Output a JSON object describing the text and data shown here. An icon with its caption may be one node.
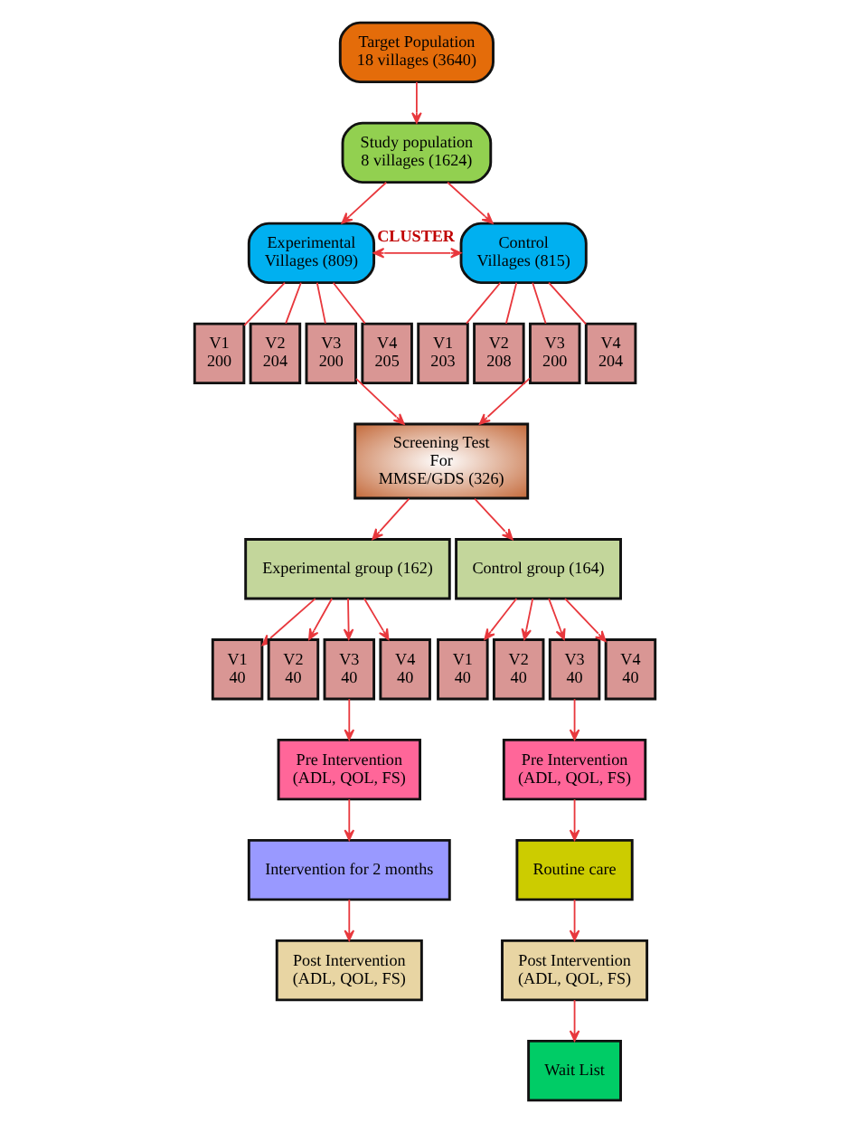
{
  "diagram": {
    "nodes": [
      {
        "text": [
          "Target Population",
          "18 villages (3640)"
        ]
      },
      {
        "text": [
          "Study population",
          "8 villages (1624)"
        ]
      },
      {
        "text": [
          "Experimental Villages (809)"
        ]
      },
      {
        "text": [
          "Control Villages (815)"
        ]
      },
      {
        "text": [
          "V1",
          "200"
        ]
      },
      {
        "text": [
          "V2",
          "204"
        ]
      },
      {
        "text": [
          "V3",
          "200"
        ]
      },
      {
        "text": [
          "V4",
          "205"
        ]
      },
      {
        "text": [
          "V1",
          "203"
        ]
      },
      {
        "text": [
          "V2",
          "208"
        ]
      },
      {
        "text": [
          "V3",
          "200"
        ]
      },
      {
        "text": [
          "V4",
          "204"
        ]
      },
      {
        "text": [
          "Screening Test For MMSE/GDS (326)"
        ]
      },
      {
        "text": [
          "Experimental group (162)"
        ]
      },
      {
        "text": [
          "Control group (164)"
        ]
      },
      {
        "text": [
          "V1",
          "40"
        ]
      },
      {
        "text": [
          "V2",
          "40"
        ]
      },
      {
        "text": [
          "V3",
          "40"
        ]
      },
      {
        "text": [
          "V4",
          "40"
        ]
      },
      {
        "text": [
          "V1",
          "40"
        ]
      },
      {
        "text": [
          "V2",
          "40"
        ]
      },
      {
        "text": [
          "V3",
          "40"
        ]
      },
      {
        "text": [
          "V4",
          "40"
        ]
      },
      {
        "text": [
          "Pre Intervention (ADL, QOL, FS)"
        ]
      },
      {
        "text": [
          "Pre Intervention (ADL, QOL, FS)"
        ]
      },
      {
        "text": [
          "Intervention for 2 months"
        ]
      },
      {
        "text": [
          "Routine care"
        ]
      },
      {
        "text": [
          "Post Intervention (ADL, QOL, FS)"
        ]
      },
      {
        "text": [
          "Post Intervention (ADL, QOL, FS)"
        ]
      },
      {
        "text": [
          "Wait List"
        ]
      }
    ],
    "edges": [
      {
        "from": 0,
        "to": 1,
        "arrow": "to"
      },
      {
        "from": 1,
        "to": 2,
        "arrow": "to"
      },
      {
        "from": 1,
        "to": 3,
        "arrow": "to"
      },
      {
        "from": 2,
        "to": 3,
        "arrow": "both",
        "label": "CLUSTER"
      },
      {
        "from": 2,
        "to": 4,
        "arrow": "none"
      },
      {
        "from": 2,
        "to": 5,
        "arrow": "none"
      },
      {
        "from": 2,
        "to": 6,
        "arrow": "none"
      },
      {
        "from": 2,
        "to": 7,
        "arrow": "none"
      },
      {
        "from": 3,
        "to": 8,
        "arrow": "none"
      },
      {
        "from": 3,
        "to": 9,
        "arrow": "none"
      },
      {
        "from": 3,
        "to": 10,
        "arrow": "none"
      },
      {
        "from": 3,
        "to": 11,
        "arrow": "none"
      },
      {
        "from": 6,
        "to": 12,
        "arrow": "to"
      },
      {
        "from": 10,
        "to": 12,
        "arrow": "to"
      },
      {
        "from": 12,
        "to": 13,
        "arrow": "to"
      },
      {
        "from": 12,
        "to": 14,
        "arrow": "to"
      },
      {
        "from": 13,
        "to": 15,
        "arrow": "to"
      },
      {
        "from": 13,
        "to": 16,
        "arrow": "to"
      },
      {
        "from": 13,
        "to": 17,
        "arrow": "to"
      },
      {
        "from": 13,
        "to": 18,
        "arrow": "to"
      },
      {
        "from": 14,
        "to": 19,
        "arrow": "to"
      },
      {
        "from": 14,
        "to": 20,
        "arrow": "to"
      },
      {
        "from": 14,
        "to": 21,
        "arrow": "to"
      },
      {
        "from": 14,
        "to": 22,
        "arrow": "to"
      },
      {
        "from": 17,
        "to": 23,
        "arrow": "to"
      },
      {
        "from": 21,
        "to": 24,
        "arrow": "to"
      },
      {
        "from": 23,
        "to": 25,
        "arrow": "to"
      },
      {
        "from": 24,
        "to": 26,
        "arrow": "to"
      },
      {
        "from": 25,
        "to": 27,
        "arrow": "to"
      },
      {
        "from": 26,
        "to": 28,
        "arrow": "to"
      },
      {
        "from": 28,
        "to": 29,
        "arrow": "to"
      }
    ]
  }
}
